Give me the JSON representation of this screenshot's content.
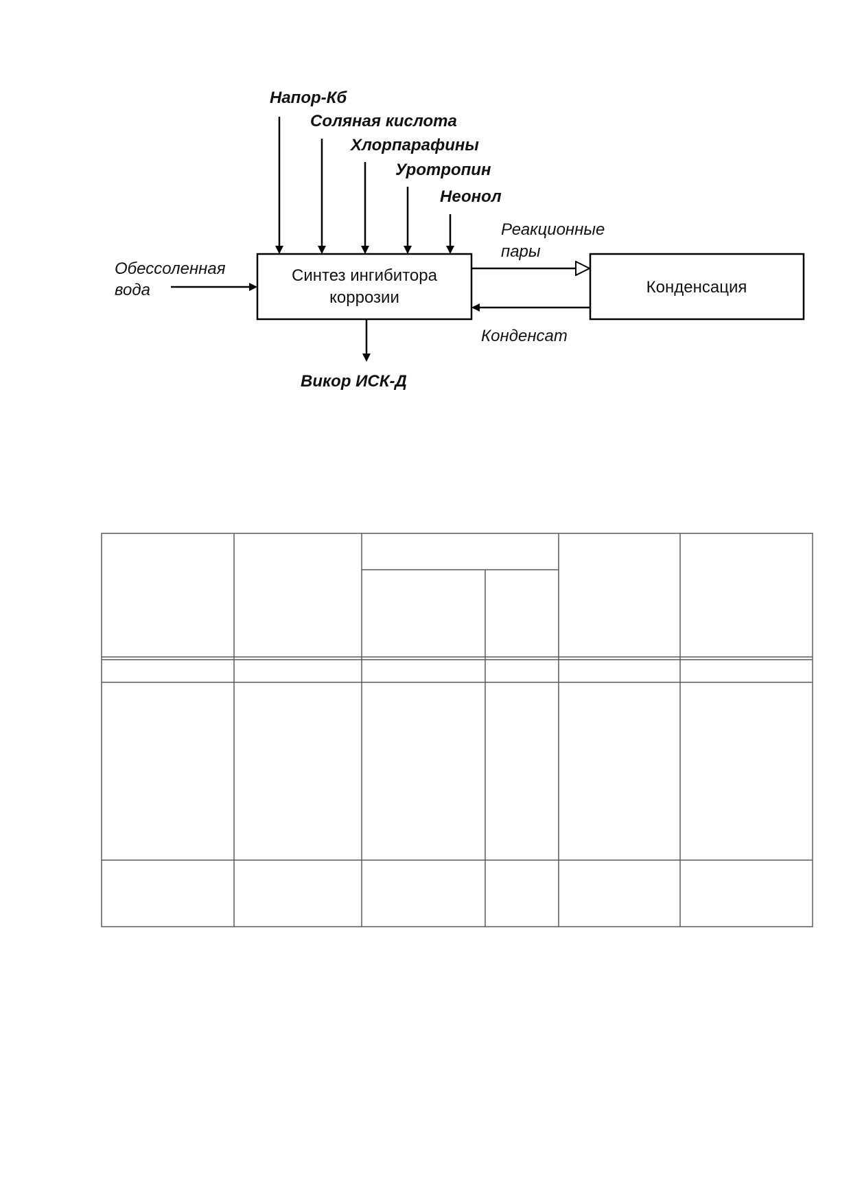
{
  "diagram": {
    "inputs_top": [
      "Напор-Кб",
      "Соляная кислота",
      "Хлорпарафины",
      "Уротропин",
      "Неонол"
    ],
    "input_left": [
      "Обессоленная",
      "вода"
    ],
    "process_box": [
      "Синтез ингибитора",
      "коррозии"
    ],
    "condensation_box": "Конденсация",
    "vapors_label": [
      "Реакционные",
      "пары"
    ],
    "condensate_label": "Конденсат",
    "output_bottom": "Викор ИСК-Д"
  },
  "table": {
    "rows": 4,
    "columns": 6,
    "cells_text": ""
  }
}
